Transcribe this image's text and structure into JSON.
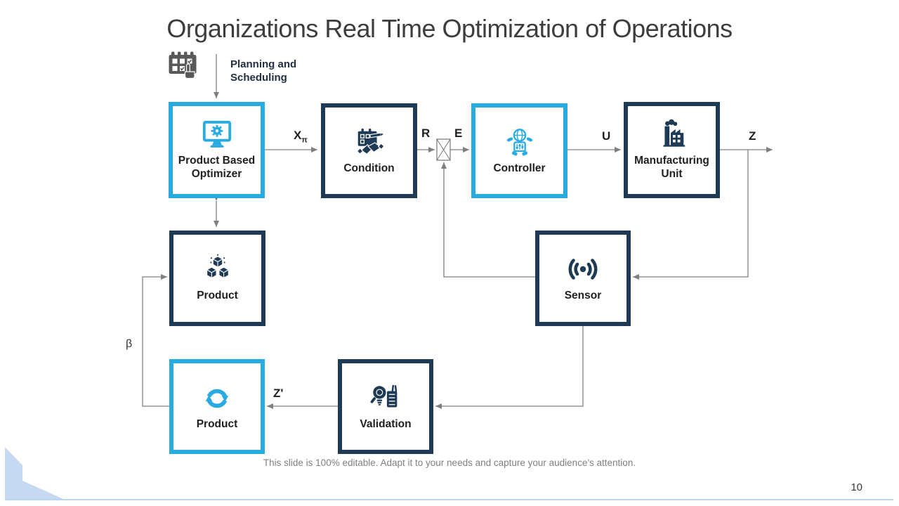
{
  "slide": {
    "title": "Organizations Real Time Optimization of Operations",
    "footer": "This slide is 100% editable. Adapt it to your needs and capture your audience's attention.",
    "page_number": "10"
  },
  "colors": {
    "accent_cyan": "#29ABE2",
    "navy": "#1E3A54",
    "arrow_gray": "#7F7F7F",
    "icon_gray": "#58595B",
    "decor_blue": "#C6D9F0"
  },
  "planning": {
    "label": "Planning and Scheduling",
    "icon": "calendar-hand-icon"
  },
  "nodes": [
    {
      "id": "optimizer",
      "label": "Product Based Optimizer",
      "style": "cyan",
      "icon": "monitor-gear-icon"
    },
    {
      "id": "condition",
      "label": "Condition",
      "style": "navy",
      "icon": "agreement-icon"
    },
    {
      "id": "controller",
      "label": "Controller",
      "style": "cyan",
      "icon": "robot-globe-icon"
    },
    {
      "id": "manufacturing",
      "label": "Manufacturing Unit",
      "style": "navy",
      "icon": "factory-icon"
    },
    {
      "id": "product-top",
      "label": "Product",
      "style": "navy",
      "icon": "cubes-icon"
    },
    {
      "id": "sensor",
      "label": "Sensor",
      "style": "navy",
      "icon": "signal-icon"
    },
    {
      "id": "product-bottom",
      "label": "Product",
      "style": "cyan",
      "icon": "sync-icon"
    },
    {
      "id": "validation",
      "label": "Validation",
      "style": "navy",
      "icon": "bulb-book-icon"
    }
  ],
  "signals": {
    "x": {
      "base": "X",
      "sub": "π"
    },
    "r": "R",
    "e": "E",
    "u": "U",
    "z": "Z",
    "z_prime": "Z'",
    "beta": "β"
  }
}
